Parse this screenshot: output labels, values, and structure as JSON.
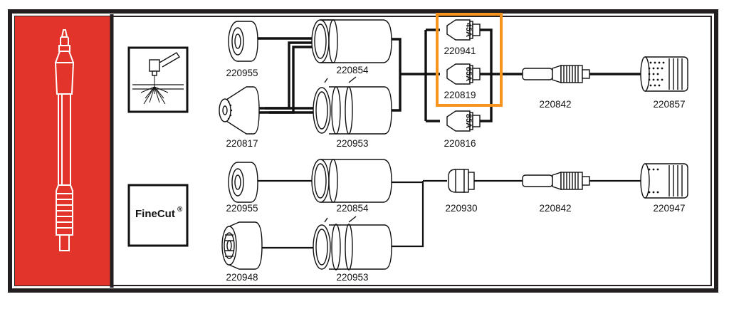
{
  "colors": {
    "frame": "#231f20",
    "torch_panel": "#e2342b",
    "highlight": "#f7941d",
    "line": "#111111"
  },
  "icons": {
    "torch": "torch-icon",
    "gouging": "cutting-process-icon"
  },
  "panel": {
    "finecut_label": "FineCut",
    "finecut_mark": "®"
  },
  "parts": {
    "row1_shield": "220955",
    "row1_retaining_cap": "220854",
    "row2_shield": "220817",
    "row2_retaining_cap": "220953",
    "nozzle_45": "220941",
    "nozzle_65": "220819",
    "nozzle_85": "220816",
    "top_electrode": "220842",
    "top_swirl_ring": "220857",
    "row3_shield": "220955",
    "row3_retaining_cap": "220854",
    "row4_shield": "220948",
    "row4_retaining_cap": "220953",
    "fine_nozzle": "220930",
    "bottom_electrode": "220842",
    "bottom_swirl_ring": "220947"
  },
  "nozzle_amps": {
    "n45": "45A",
    "n65": "65A",
    "n85": "85A"
  }
}
